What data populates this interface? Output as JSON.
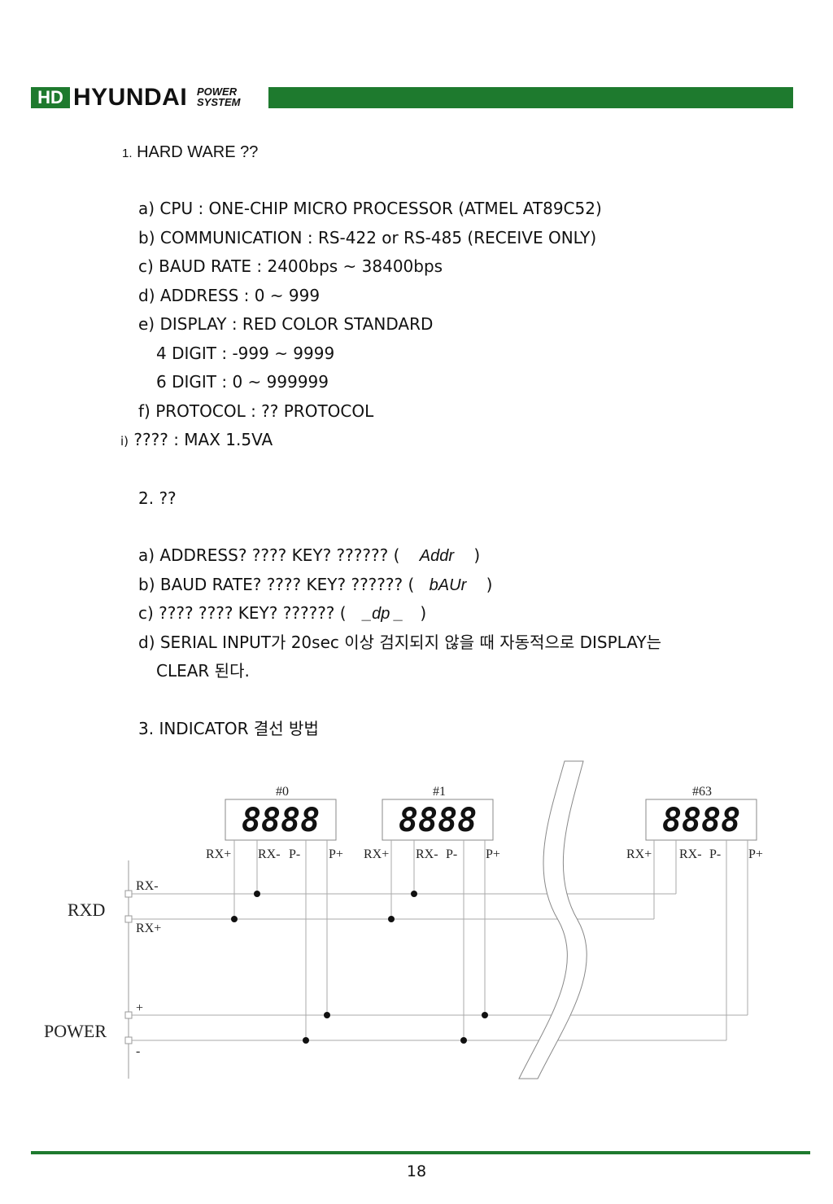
{
  "header": {
    "logo_hd": "HD",
    "logo_name": "HYUNDAI",
    "logo_power": "POWER",
    "logo_system": "SYSTEM",
    "bar_color": "#1e7a2e"
  },
  "section1": {
    "number": "1.",
    "title": "HARD WARE ??",
    "items": [
      "a) CPU : ONE-CHIP MICRO PROCESSOR (ATMEL AT89C52)",
      "b) COMMUNICATION : RS-422 or RS-485 (RECEIVE ONLY)",
      "c) BAUD RATE : 2400bps ~ 38400bps",
      "d) ADDRESS : 0 ~ 999",
      "e) DISPLAY : RED COLOR STANDARD",
      "4 DIGIT : -999 ~ 9999",
      "6 DIGIT : 0 ~ 999999",
      "f) PROTOCOL : ?? PROTOCOL"
    ],
    "power_marker": "i)",
    "power_text": "???? : MAX 1.5VA"
  },
  "section2": {
    "title": "2. ??",
    "a_text": "a) ADDRESS? ???? KEY? ?????? (",
    "a_code": "Addr",
    "b_text": "b) BAUD RATE? ???? KEY? ?????? (",
    "b_code": "bAUr",
    "c_text": "c) ???? ???? KEY? ?????? (",
    "c_code": "_dp _",
    "close": ")",
    "d_line1": "d) SERIAL INPUT가 20sec 이상 검지되지 않을 때 자동적으로 DISPLAY는",
    "d_line2": "CLEAR 된다."
  },
  "section3": {
    "title": "3. INDICATOR 결선 방법"
  },
  "diagram": {
    "indicators": [
      {
        "label": "#0",
        "display": "8888"
      },
      {
        "label": "#1",
        "display": "8888"
      },
      {
        "label": "#63",
        "display": "8888"
      }
    ],
    "terminals": [
      "RX+",
      "RX-",
      "P-",
      "P+"
    ],
    "rxd_label": "RXD",
    "power_label": "POWER",
    "rx_minus": "RX-",
    "rx_plus": "RX+",
    "plus": "+",
    "minus": "-"
  },
  "footer": {
    "page_number": "18",
    "line_color": "#1e7a2e"
  }
}
